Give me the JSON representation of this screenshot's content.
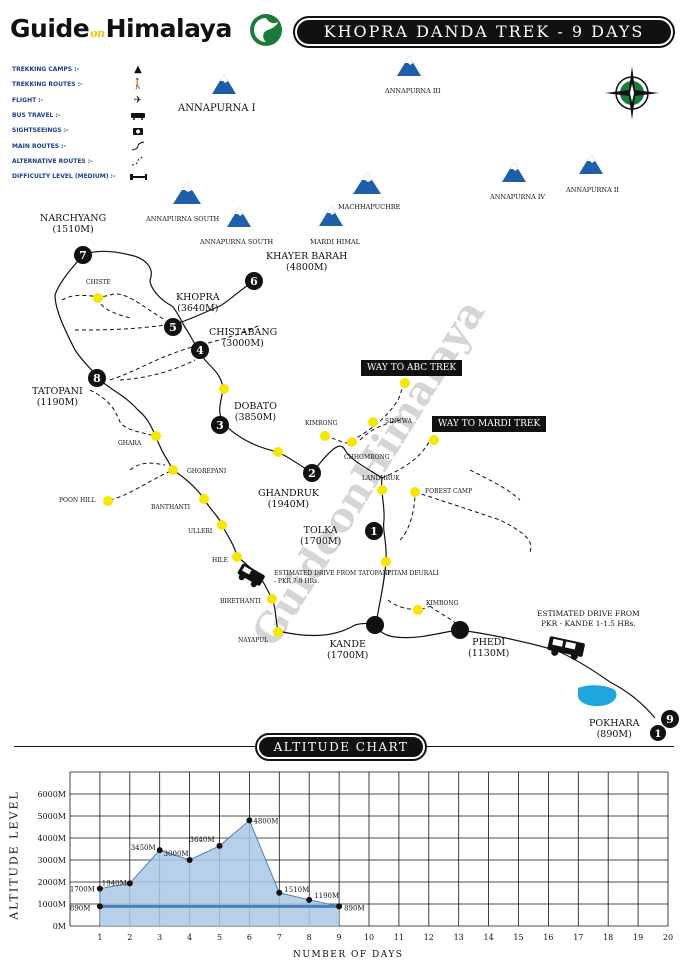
{
  "header": {
    "logo_left": "Guide",
    "logo_on": "on",
    "logo_right": "Himalaya",
    "title": "KHOPRA DANDA TREK - 9 DAYS"
  },
  "legend": [
    {
      "label": "TREKKING CAMPS :-",
      "icon": "tent-icon"
    },
    {
      "label": "TREKKING ROUTES :-",
      "icon": "hiker-icon"
    },
    {
      "label": "FLIGHT :-",
      "icon": "airplane-icon"
    },
    {
      "label": "BUS TRAVEL :-",
      "icon": "bus-icon"
    },
    {
      "label": "SIGHTSEEINGS :-",
      "icon": "camera-icon"
    },
    {
      "label": "MAIN ROUTES :-",
      "icon": "solid-route-icon"
    },
    {
      "label": "ALTERNATIVE ROUTES :-",
      "icon": "dashed-route-icon"
    },
    {
      "label": "DIFFICULTY LEVEL (MEDIUM) :-",
      "icon": "dumbbell-icon"
    }
  ],
  "mountains": {
    "annapurna_i": "ANNAPURNA I",
    "annapurna_iii": "ANNAPURNA III",
    "annapurna_south_1": "ANNAPURNA SOUTH",
    "annapurna_south_2": "ANNAPURNA SOUTH",
    "machhapuchre": "MACHHAPUCHRE",
    "annapurna_iv": "ANNAPURNA IV",
    "annapurna_ii": "ANNAPURNA II",
    "mardi_himal": "MARDI HIMAL"
  },
  "tags": {
    "abc": "WAY TO ABC TREK",
    "mardi": "WAY TO MARDI TREK"
  },
  "stops": {
    "narchyang": {
      "name": "NARCHYANG",
      "alt": "(1510M)",
      "num": "7"
    },
    "khayer_barah": {
      "name": "KHAYER BARAH",
      "alt": "(4800M)",
      "num": "6"
    },
    "khopra": {
      "name": "KHOPRA",
      "alt": "(3640M)",
      "num": "5"
    },
    "chistabang": {
      "name": "CHISTABANG",
      "alt": "(3000M)",
      "num": "4"
    },
    "tatopani": {
      "name": "TATOPANI",
      "alt": "(1190M)",
      "num": "8"
    },
    "dobato": {
      "name": "DOBATO",
      "alt": "(3850M)",
      "num": "3"
    },
    "ghandruk": {
      "name": "GHANDRUK",
      "alt": "(1940M)",
      "num": "2"
    },
    "tolka": {
      "name": "TOLKA",
      "alt": "(1700M)",
      "num": "1"
    },
    "kande": {
      "name": "KANDE",
      "alt": "(1700M)"
    },
    "phedi": {
      "name": "PHEDI",
      "alt": "(1130M)"
    },
    "pokhara": {
      "name": "POKHARA",
      "alt": "(890M)",
      "num_start": "1",
      "num_end": "9"
    }
  },
  "small_places": {
    "chiste": "CHISTE",
    "ghara": "GHARA",
    "ghorepani": "GHOREPANI",
    "poon_hill": "POON HILL",
    "banthanti": "BANTHANTI",
    "ulleri": "ULLERI",
    "hile": "HILE",
    "birethanti": "BIRETHANTI",
    "nayapul": "NAYAPUL",
    "kimrong": "KIMRONG",
    "sinuwa": "SINUWA",
    "chhomrong": "CHHOMRONG",
    "landruk": "LANDHRUK",
    "forest_camp": "FOREST CAMP",
    "pitam_deurali": "PITAM DEURALI",
    "kimrong2": "KIMRONG"
  },
  "drives": {
    "tatopani": "ESTIMATED DRIVE FROM TATOPANI - PKR 7-9 HRs.",
    "kande_line1": "ESTIMATED DRIVE FROM",
    "kande_line2": "PKR - KANDE 1-1.5 HRs."
  },
  "watermark": "GuideonHimalaya",
  "colors": {
    "route": "#111111",
    "camp_dot": "#f6e600",
    "lake": "#1fa7dd",
    "mountain": "#1f5ea8",
    "area_fill": "#a9c8e6",
    "legend_text": "#1d3f8e",
    "compass": "#1b7a3a"
  },
  "chart_data": {
    "type": "area",
    "title": "ALTITUDE CHART",
    "xlabel": "NUMBER OF DAYS",
    "ylabel": "ALTITUDE LEVEL",
    "x_ticks": [
      1,
      2,
      3,
      4,
      5,
      6,
      7,
      8,
      9,
      10,
      11,
      12,
      13,
      14,
      15,
      16,
      17,
      18,
      19,
      20
    ],
    "y_ticks": [
      "0M",
      "1000M",
      "2000M",
      "3000M",
      "4000M",
      "5000M",
      "6000M"
    ],
    "xlim": [
      0,
      20
    ],
    "ylim": [
      0,
      7000
    ],
    "grid": true,
    "points": [
      {
        "x": 1,
        "y": 890,
        "label": "890M"
      },
      {
        "x": 1,
        "y": 1700,
        "label": "1700M"
      },
      {
        "x": 2,
        "y": 1940,
        "label": "1940M"
      },
      {
        "x": 3,
        "y": 3450,
        "label": "3450M"
      },
      {
        "x": 4,
        "y": 3000,
        "label": "3000M"
      },
      {
        "x": 5,
        "y": 3640,
        "label": "3640M"
      },
      {
        "x": 6,
        "y": 4800,
        "label": "4800M"
      },
      {
        "x": 7,
        "y": 1510,
        "label": "1510M"
      },
      {
        "x": 8,
        "y": 1190,
        "label": "1190M"
      },
      {
        "x": 9,
        "y": 890,
        "label": "890M"
      }
    ]
  }
}
